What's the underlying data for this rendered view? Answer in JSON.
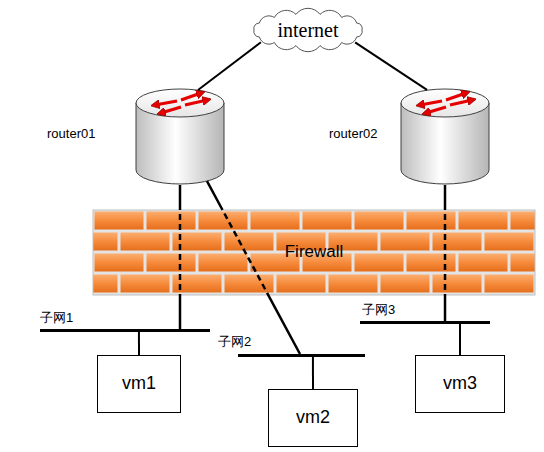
{
  "diagram": {
    "nodes": [
      {
        "text": [
          "internet"
        ]
      },
      {
        "text": [
          "router01"
        ]
      },
      {
        "text": [
          "router02"
        ]
      },
      {
        "text": [
          "Firewall"
        ]
      },
      {
        "text": [
          "子网1"
        ]
      },
      {
        "text": [
          "子网2"
        ]
      },
      {
        "text": [
          "子网3"
        ]
      },
      {
        "text": [
          "vm1"
        ]
      },
      {
        "text": [
          "vm2"
        ]
      },
      {
        "text": [
          "vm3"
        ]
      }
    ],
    "edges": [
      {
        "from": 0,
        "to": 1,
        "arrow": "none"
      },
      {
        "from": 0,
        "to": 2,
        "arrow": "none"
      },
      {
        "from": 1,
        "to": 4,
        "arrow": "none"
      },
      {
        "from": 1,
        "to": 5,
        "arrow": "none"
      },
      {
        "from": 2,
        "to": 6,
        "arrow": "none"
      },
      {
        "from": 4,
        "to": 7,
        "arrow": "none"
      },
      {
        "from": 5,
        "to": 8,
        "arrow": "none"
      },
      {
        "from": 6,
        "to": 9,
        "arrow": "none"
      }
    ]
  }
}
